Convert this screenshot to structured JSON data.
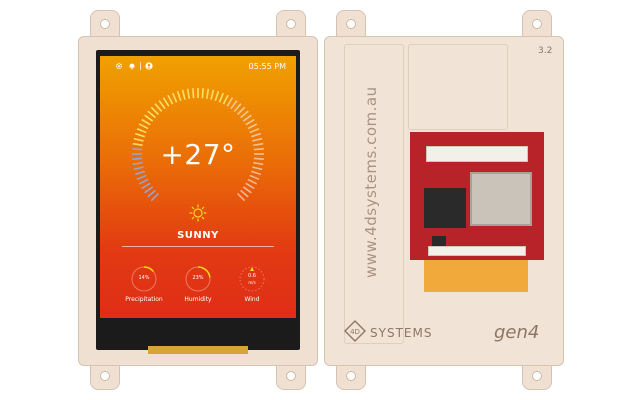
{
  "device_screen": {
    "status_bar": {
      "icons": [
        "gear-icon",
        "bell-icon",
        "user-icon"
      ],
      "time": "05:55 PM"
    },
    "temperature": "+27°",
    "condition_icon": "sun-icon",
    "condition": "SUNNY",
    "stats": [
      {
        "label": "Precipitation",
        "value": "14%",
        "level": 0.14
      },
      {
        "label": "Humidity",
        "value": "23%",
        "level": 0.23
      },
      {
        "label": "Wind",
        "value": "0.6",
        "unit": "m/s"
      }
    ],
    "gauge_level": 0.6
  },
  "module_back": {
    "version": "3.2",
    "url": "www.4dsystems.com.au",
    "brand": "SYSTEMS",
    "logo_letters": "4D",
    "model": "gen4"
  },
  "colors": {
    "screen_top": "#f0a100",
    "screen_bottom": "#df2a18",
    "bezel": "#efe0d2",
    "pcb": "#b8232a"
  }
}
